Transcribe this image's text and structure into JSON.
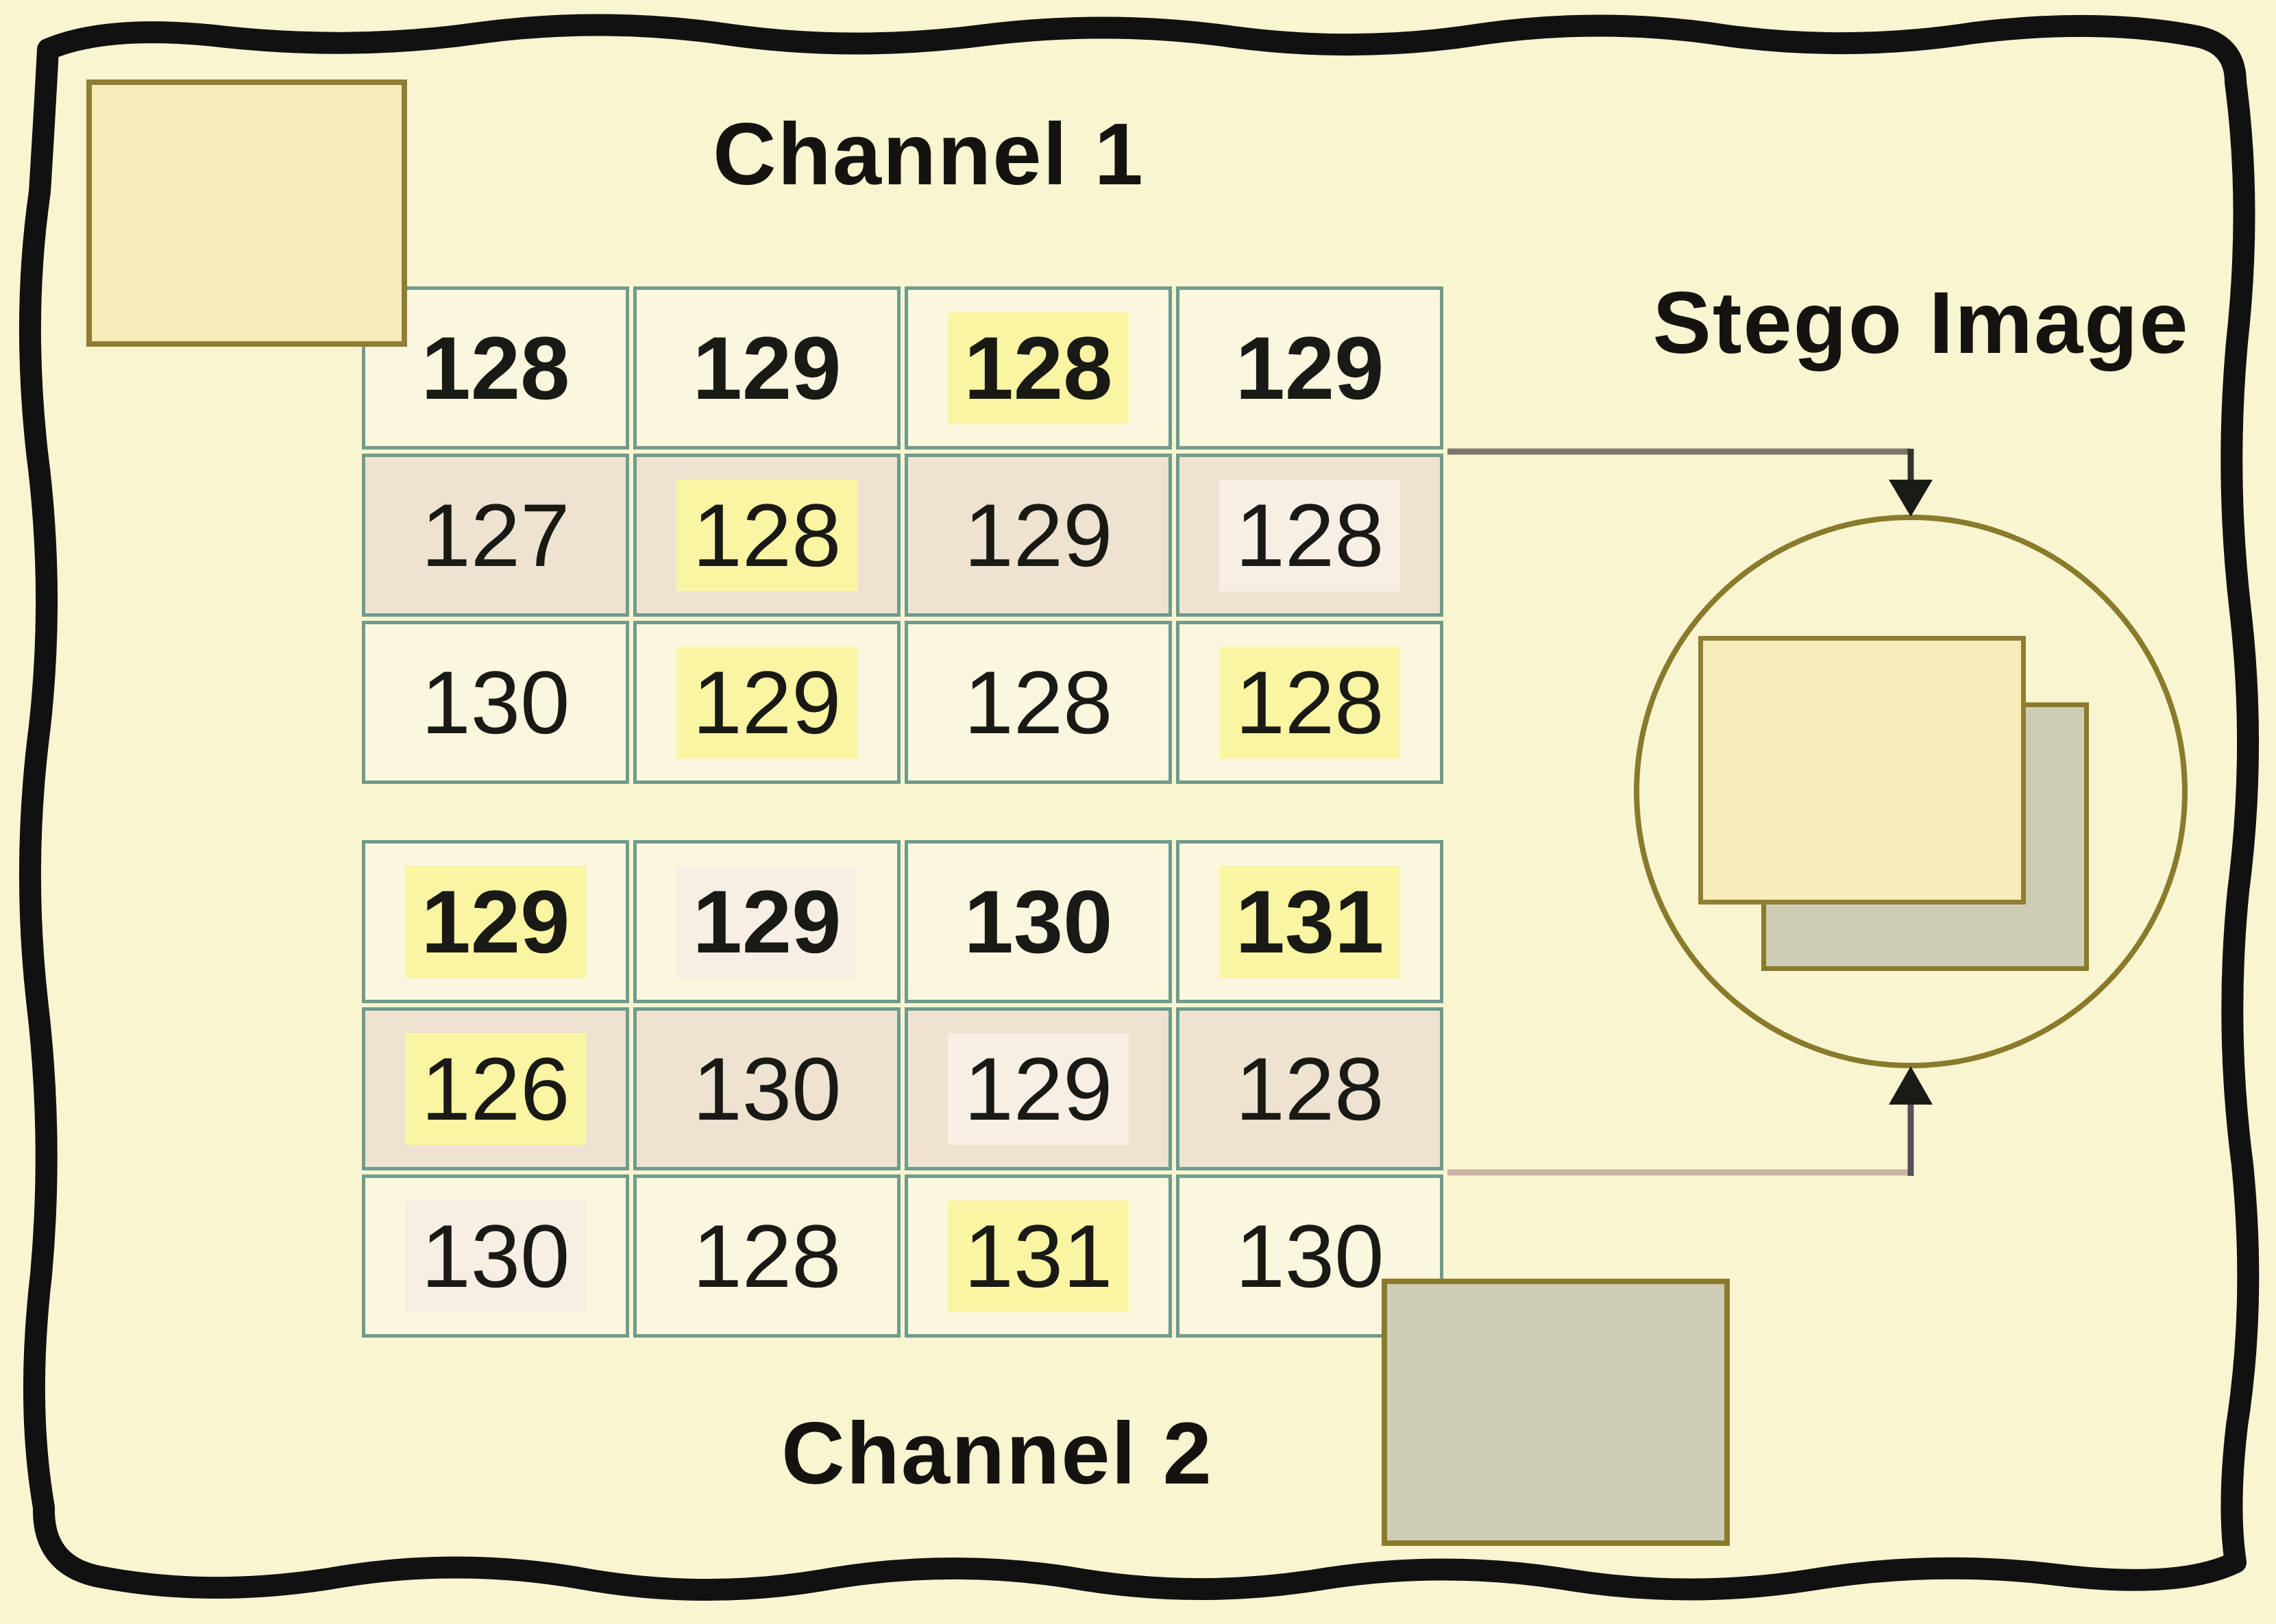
{
  "figure": {
    "type": "steganography-diagram",
    "stego_label": "Stego Image"
  },
  "grids": {
    "channel1": {
      "title": "Channel 1",
      "rows": [
        {
          "cells": [
            {
              "v": "128",
              "hl": "none"
            },
            {
              "v": "129",
              "hl": "none"
            },
            {
              "v": "128",
              "hl": "yellow"
            },
            {
              "v": "129",
              "hl": "none"
            }
          ]
        },
        {
          "cells": [
            {
              "v": "127",
              "hl": "none"
            },
            {
              "v": "128",
              "hl": "yellow"
            },
            {
              "v": "129",
              "hl": "none"
            },
            {
              "v": "128",
              "hl": "pale"
            }
          ]
        },
        {
          "cells": [
            {
              "v": "130",
              "hl": "none"
            },
            {
              "v": "129",
              "hl": "yellow"
            },
            {
              "v": "128",
              "hl": "none"
            },
            {
              "v": "128",
              "hl": "yellow"
            }
          ]
        }
      ]
    },
    "channel2": {
      "title": "Channel 2",
      "rows": [
        {
          "cells": [
            {
              "v": "129",
              "hl": "yellow"
            },
            {
              "v": "129",
              "hl": "pale"
            },
            {
              "v": "130",
              "hl": "none"
            },
            {
              "v": "131",
              "hl": "yellow"
            }
          ]
        },
        {
          "cells": [
            {
              "v": "126",
              "hl": "yellow"
            },
            {
              "v": "130",
              "hl": "none"
            },
            {
              "v": "129",
              "hl": "pale"
            },
            {
              "v": "128",
              "hl": "none"
            }
          ]
        },
        {
          "cells": [
            {
              "v": "130",
              "hl": "pale"
            },
            {
              "v": "128",
              "hl": "none"
            },
            {
              "v": "131",
              "hl": "yellow"
            },
            {
              "v": "130",
              "hl": "none"
            }
          ]
        }
      ]
    }
  },
  "colors": {
    "page_background": "#FAF5D1",
    "cell_cream": "#FBF7DE",
    "cell_tan": "#EDE3D0",
    "grid_line": "#6F9B8D",
    "highlight_yellow": "#FAF5A2",
    "highlight_pale": "#F8EFE4",
    "swatch_yellow": "#F8ECB9",
    "swatch_gray": "#CDCCB5",
    "olive_border": "#8A7B2C",
    "arrow_channel1_line": "#7D7769",
    "arrow_channel2_line": "#C9B2A4",
    "arrowhead": "#1B1B16",
    "frame": "#111111"
  }
}
